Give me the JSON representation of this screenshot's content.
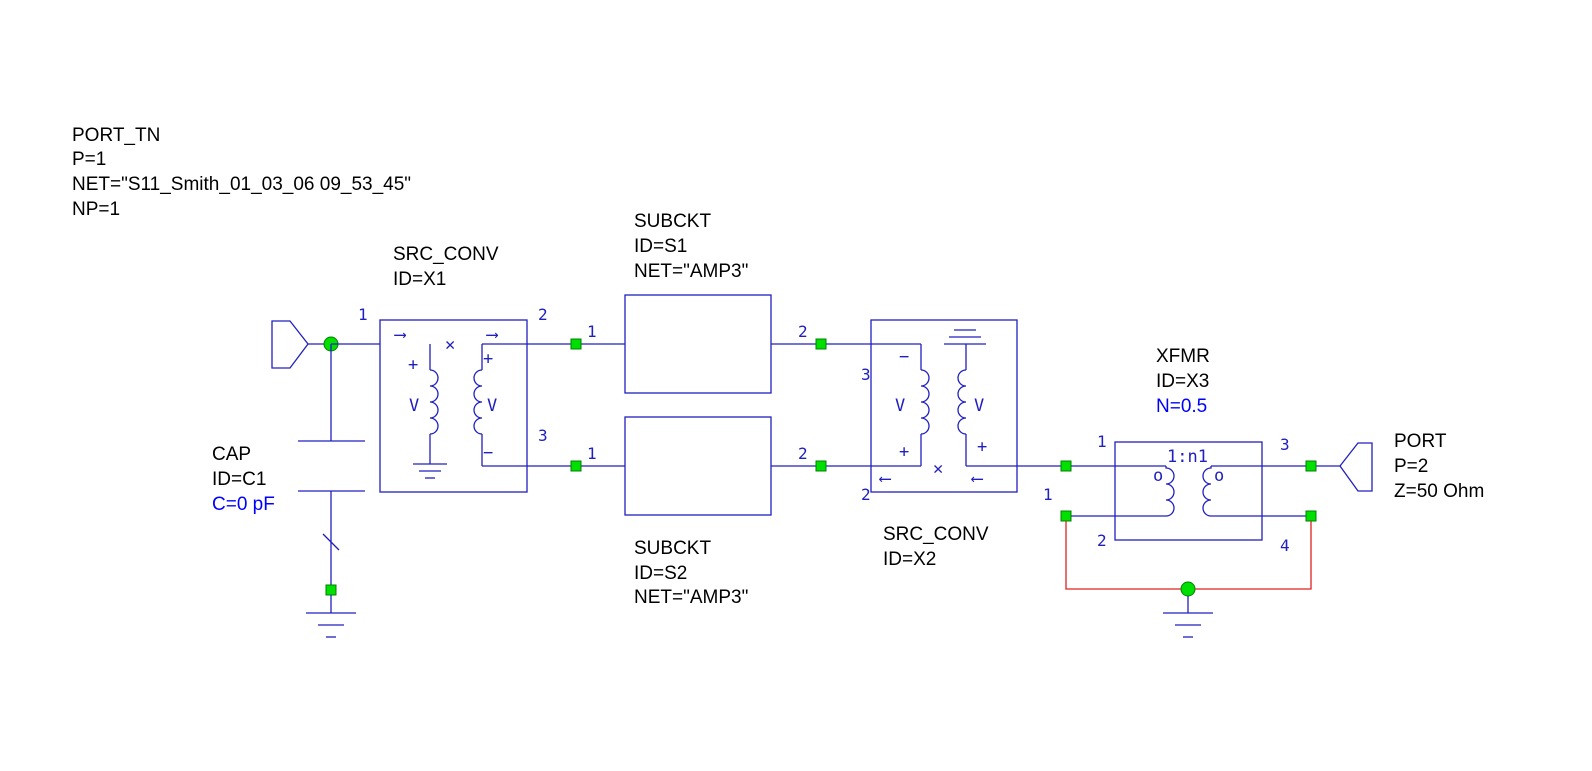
{
  "colors": {
    "wire": "#2020c0",
    "ground_wire": "#e02020",
    "node": "#00e000",
    "param_text": "#0000ff"
  },
  "port_tn": {
    "name": "PORT_TN",
    "p": "P=1",
    "net": "NET=\"S11_Smith_01_03_06 09_53_45\"",
    "np": "NP=1"
  },
  "src_conv_1": {
    "name": "SRC_CONV",
    "id": "ID=X1",
    "pins": [
      "1",
      "2",
      "3"
    ],
    "v_label": "V",
    "plus": "+",
    "minus": "−",
    "cross": "✕",
    "arrow": "⟶"
  },
  "subckt_1": {
    "name": "SUBCKT",
    "id": "ID=S1",
    "net": "NET=\"AMP3\"",
    "pins": [
      "1",
      "2"
    ]
  },
  "subckt_2": {
    "name": "SUBCKT",
    "id": "ID=S2",
    "net": "NET=\"AMP3\"",
    "pins": [
      "1",
      "2"
    ]
  },
  "src_conv_2": {
    "name": "SRC_CONV",
    "id": "ID=X2",
    "pins": [
      "3",
      "2"
    ],
    "v_label": "V",
    "plus": "+",
    "minus": "−",
    "cross": "✕",
    "arrow": "⟵"
  },
  "cap": {
    "name": "CAP",
    "id": "ID=C1",
    "value": "C=0 pF"
  },
  "xfmr": {
    "name": "XFMR",
    "id": "ID=X3",
    "n": "N=0.5",
    "ratio": "1:n1",
    "dot": "o",
    "pins": [
      "1",
      "3",
      "2",
      "4",
      "1"
    ]
  },
  "port_2": {
    "name": "PORT",
    "p": "P=2",
    "z": "Z=50 Ohm"
  }
}
